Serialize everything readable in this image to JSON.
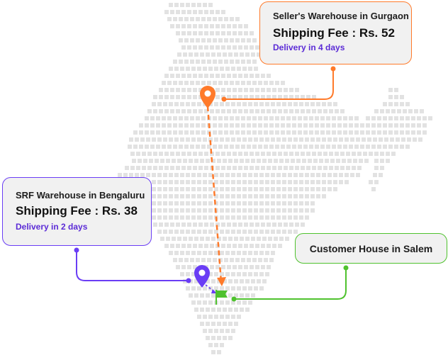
{
  "colors": {
    "map_tile": "#e2e2e2",
    "gurgaon_accent": "#ff7a2a",
    "bengaluru_accent": "#6a3df5",
    "salem_accent": "#4fc22e",
    "eta_text": "#5b2bd6"
  },
  "icons": {
    "gurgaon_pin": "map-pin-icon",
    "bengaluru_pin": "map-pin-icon",
    "salem_flag": "flag-icon"
  },
  "gurgaon_card": {
    "title": "Seller's Warehouse in Gurgaon",
    "fee": "Shipping Fee : Rs. 52",
    "eta": "Delivery in 4 days"
  },
  "bengaluru_card": {
    "title": "SRF Warehouse in Bengaluru",
    "fee": "Shipping Fee : Rs. 38",
    "eta": "Delivery in 2 days"
  },
  "salem_card": {
    "title": "Customer House in Salem"
  }
}
